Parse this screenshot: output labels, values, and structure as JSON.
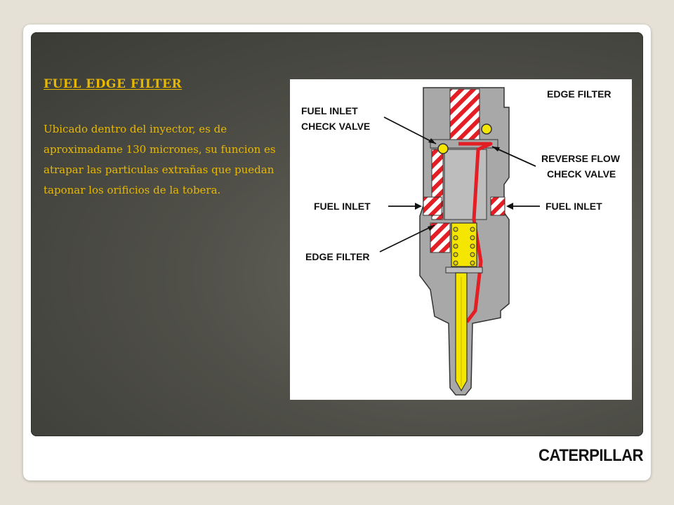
{
  "slide": {
    "title": "FUEL EDGE FILTER",
    "body": "Ubicado dentro del inyector, es de aproximadame 130 micrones, su funcion es atrapar las particulas extrañas que puedan taponar los orificios de la tobera."
  },
  "figure": {
    "heading": "EDGE FILTER",
    "labels": {
      "fuel_inlet_check_valve_line1": "FUEL INLET",
      "fuel_inlet_check_valve_line2": "CHECK VALVE",
      "reverse_flow_line1": "REVERSE FLOW",
      "reverse_flow_line2": "CHECK VALVE",
      "fuel_inlet_left": "FUEL INLET",
      "fuel_inlet_right": "FUEL INLET",
      "edge_filter": "EDGE FILTER"
    }
  },
  "footer": {
    "logo": "CATERPILLAR"
  },
  "colors": {
    "text_accent": "#e8b800",
    "injector_gray": "#a8a8a8",
    "fuel_red": "#e31e24",
    "filter_yellow": "#f5e600"
  }
}
